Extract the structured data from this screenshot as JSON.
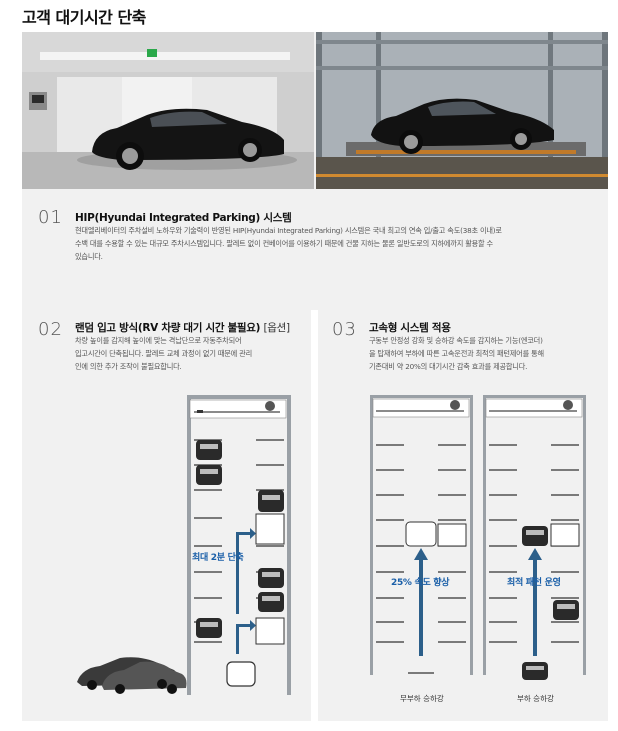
{
  "header": {
    "title": "고객 대기시간 단축"
  },
  "section1": {
    "num": "01",
    "title": "HIP(Hyundai Integrated Parking) 시스템",
    "lines": [
      "현대엘리베이터의 주차설비 노하우와 기술력이 반영된 HIP(Hyundai Integrated Parking) 시스템은 국내 최고의 연속 입/출고 속도(38초 이내)로",
      "수백 대를 수용할 수 있는 대규모 주차시스템입니다. 팔레트 없이 컨베이어를 이용하기 때문에 건물 지하는 물론 일반도로의 지하에까지 활용할 수",
      "있습니다."
    ]
  },
  "section2": {
    "num": "02",
    "title": "랜덤 입고 방식(RV 차량 대기 시간 불필요)",
    "title_opt": "[옵션]",
    "lines": [
      "차량 높이를 감지해 높이에 맞는 격납단으로 자동주차되어",
      "입고시간이 단축됩니다. 팔레트 교체 과정이 없기 때문에 관리",
      "인에 의한 추가 조작이 불필요합니다."
    ],
    "callout": "최대 2분 단축"
  },
  "section3": {
    "num": "03",
    "title": "고속형 시스템 적용",
    "lines": [
      "구동부 안정성 강화 및 승하강 속도를 감지하는 기능(엔코더)",
      "을 탑재하여 부하에 따른 고속운전과 최적의 패턴제어를 통해",
      "기존대비 약 20%의 대기시간 감축 효과를 제공합니다."
    ],
    "callout_left": "25% 속도 향상",
    "callout_right": "최적 패턴 운영",
    "caption_left": "무부하 승하강",
    "caption_right": "부하 승하강"
  },
  "colors": {
    "accent": "#1a5fa8",
    "panel_bg": "#f1f1f1",
    "arrow": "#2c5f8a"
  },
  "icons": [
    "car-showroom-photo",
    "car-lift-photo",
    "parking-tower-diagram",
    "car-icon",
    "lift-arrow-icon"
  ]
}
